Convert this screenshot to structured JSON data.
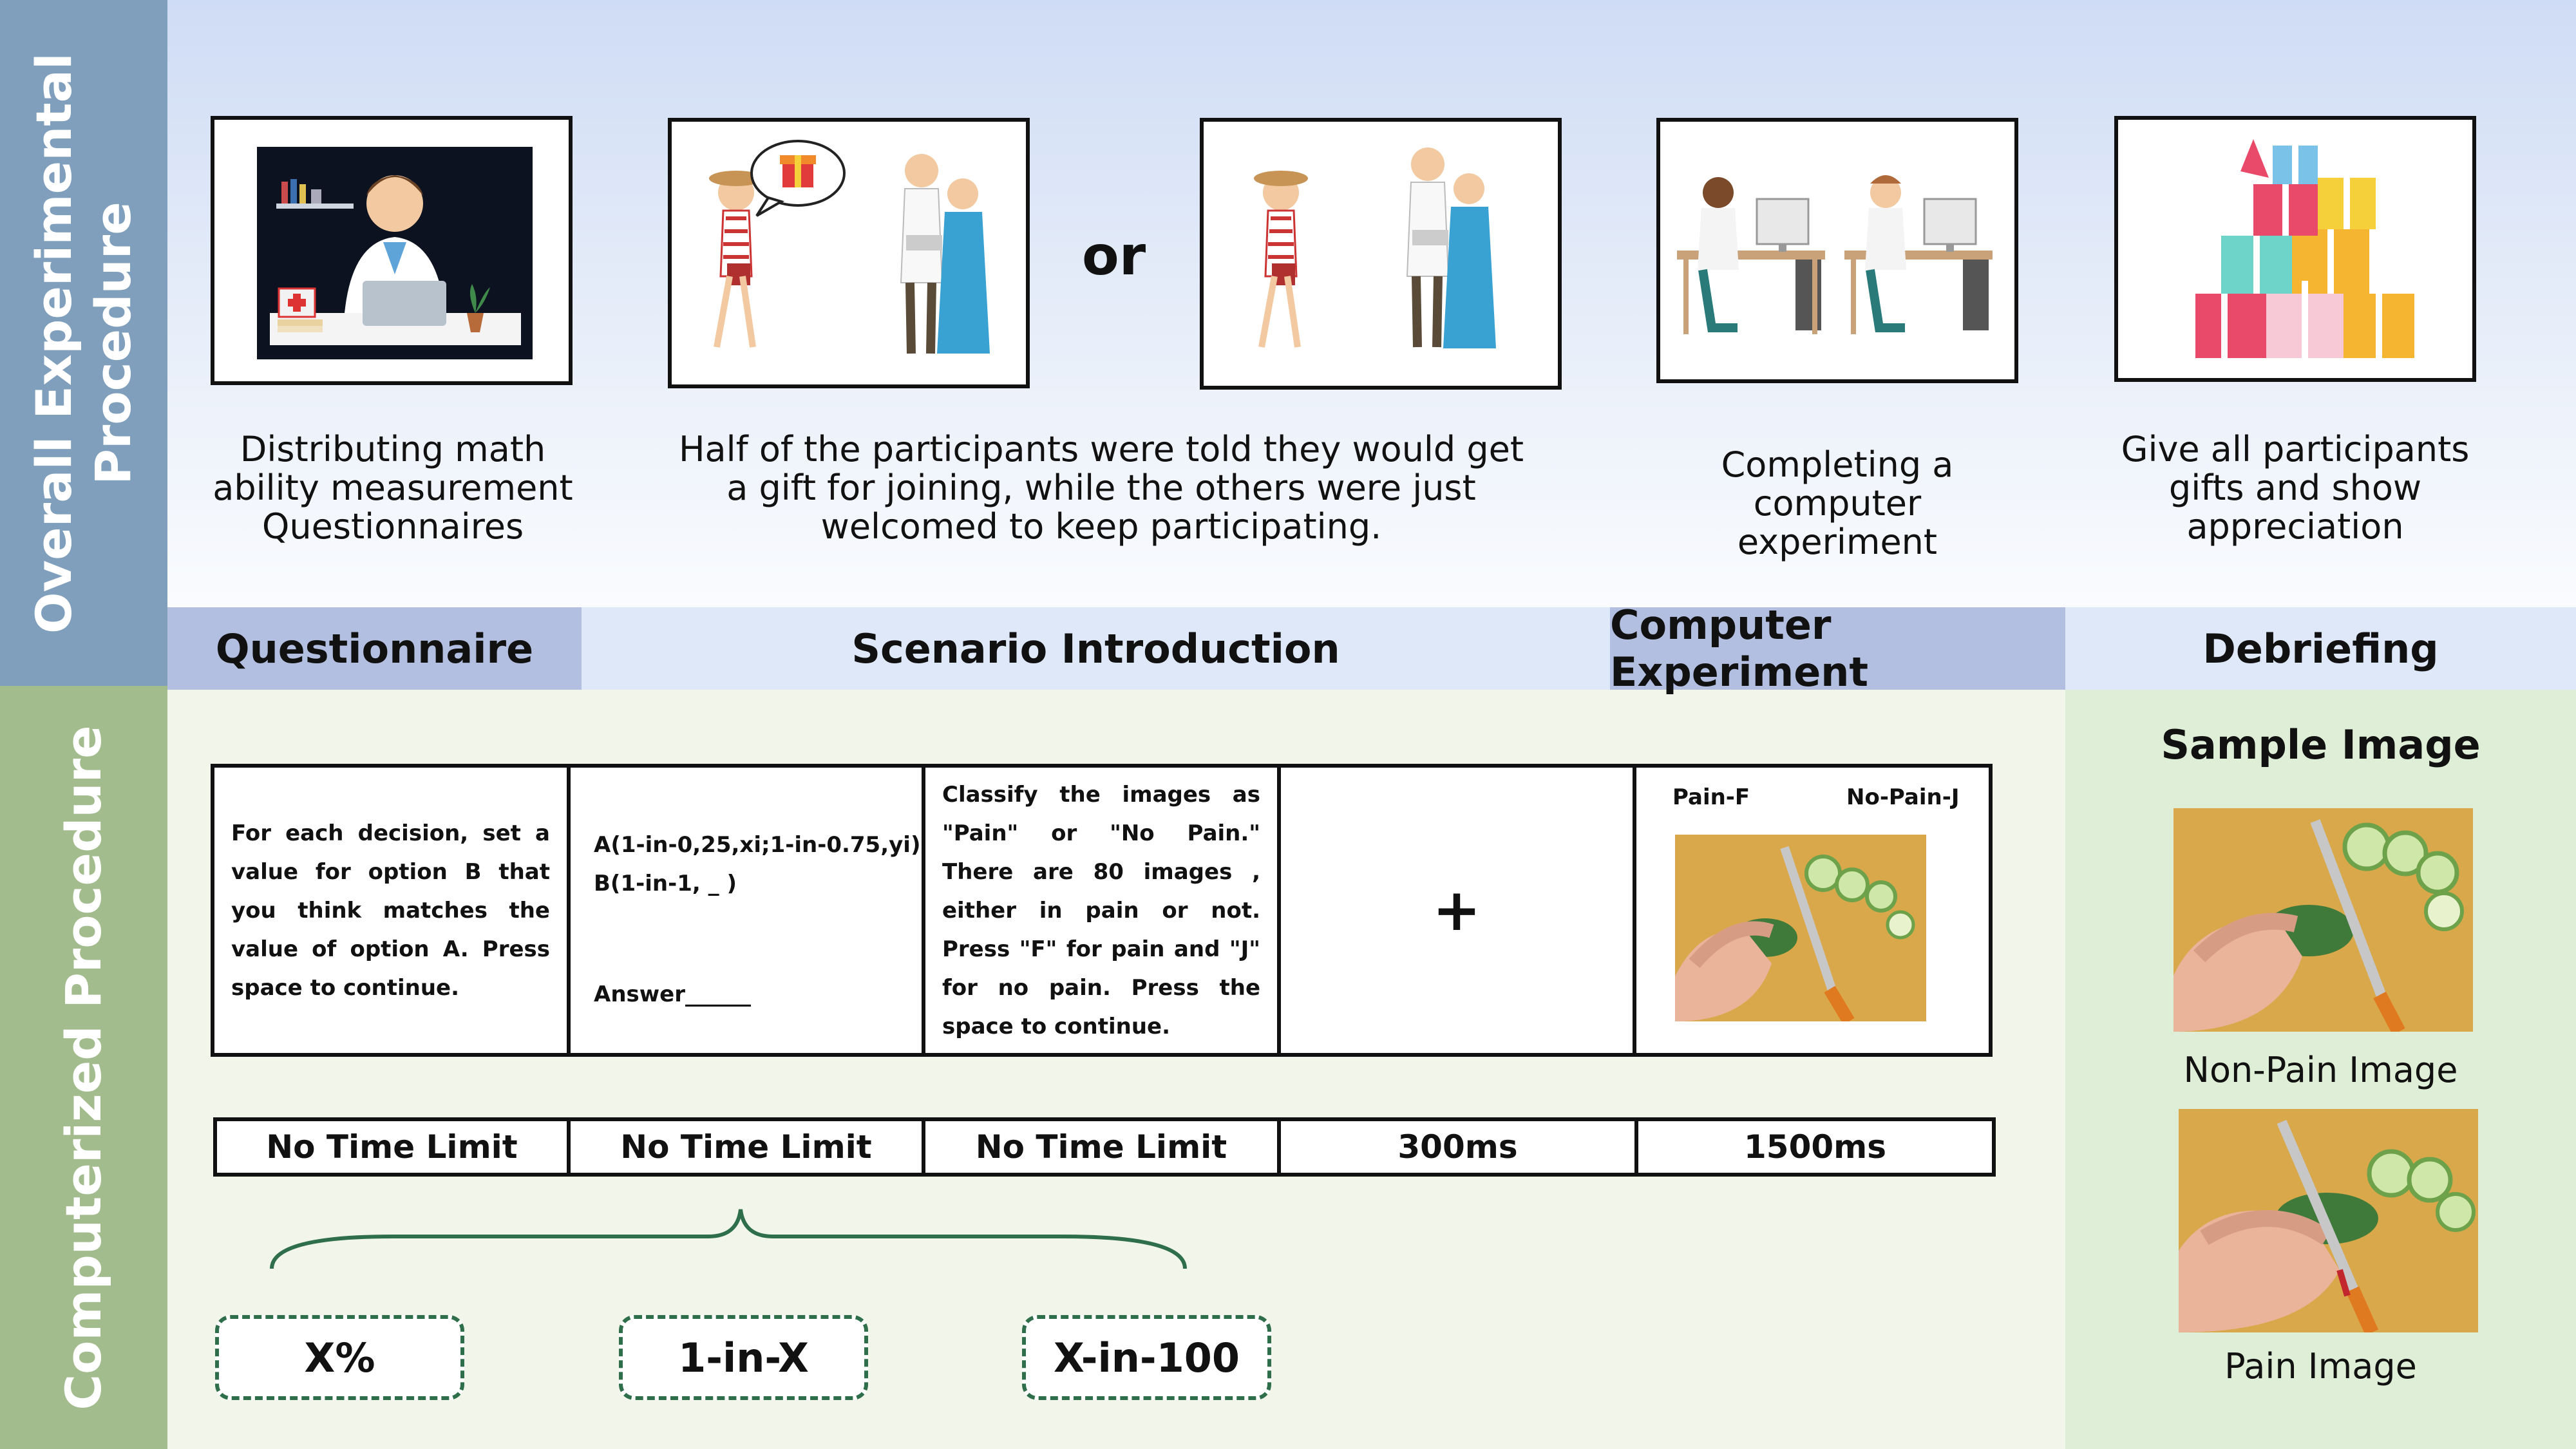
{
  "side_labels": {
    "top": "Overall Experimental\nProcedure",
    "bottom": "Computerized Procedure"
  },
  "captions": {
    "questionnaire": "Distributing  math\nability measurement\nQuestionnaires",
    "scenario": "Half of the participants were told they would get\na gift for joining, while the others were just\nwelcomed to keep participating.",
    "or": "or",
    "computer": "Completing  a computer\nexperiment",
    "debriefing": "Give all participants\ngifts and show\nappreciation"
  },
  "phases": [
    "Questionnaire",
    "Scenario Introduction",
    "Computer Experiment",
    "Debriefing"
  ],
  "cells": {
    "instruction": "For each decision, set a value for option B that you think matches the value of option A. Press space to continue.",
    "option_a": "A(1-in-0,25,xi;1-in-0.75,yi)",
    "option_b": "B(1-in-1, _ )",
    "answer": "Answer______",
    "classify": "Classify the images as \"Pain\" or \"No Pain.\" There are 80 images , either in pain or not. Press \"F\" for pain and \"J\" for no pain. Press the space to continue.",
    "fixation": "+",
    "pain_key": "Pain-F",
    "nopain_key": "No-Pain-J"
  },
  "timings": [
    "No Time Limit",
    "No Time Limit",
    "No Time Limit",
    "300ms",
    "1500ms"
  ],
  "formats": [
    "X%",
    "1-in-X",
    "X-in-100"
  ],
  "sample": {
    "title": "Sample Image",
    "non_pain": "Non-Pain Image",
    "pain": "Pain Image"
  }
}
